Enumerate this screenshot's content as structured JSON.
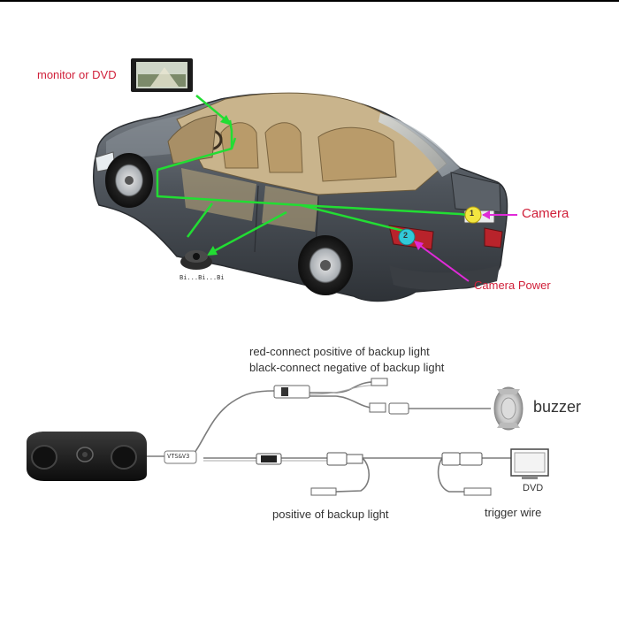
{
  "top_diagram": {
    "monitor_label": "monitor or DVD",
    "camera_label": "Camera",
    "camera_power_label": "Camera Power",
    "sensor_text": "Bi...Bi...Bi",
    "marker_1": "1",
    "marker_2": "2"
  },
  "bottom_diagram": {
    "red_wire_note": "red-connect positive of backup light",
    "black_wire_note": "black-connect negative of backup light",
    "buzzer_label": "buzzer",
    "dvd_label": "DVD",
    "positive_label": "positive of backup light",
    "trigger_label": "trigger wire",
    "box_label": "VTS&V3"
  },
  "colors": {
    "wire_green": "#22dd33",
    "label_red": "#d0203a",
    "car_body": "#4a4f55",
    "marker_yellow": "#f2e640",
    "marker_cyan": "#31c9d8",
    "callout_magenta": "#e02ad8"
  }
}
